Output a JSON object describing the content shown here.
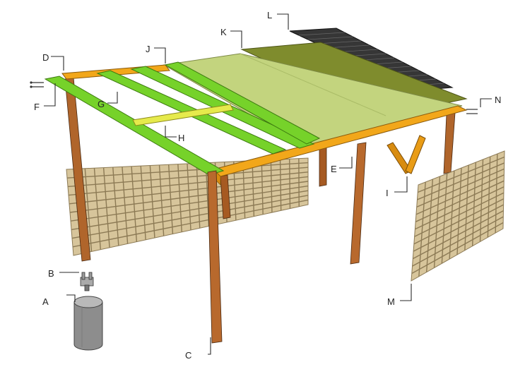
{
  "diagram": {
    "labels": {
      "A": "A",
      "B": "B",
      "C": "C",
      "D": "D",
      "E": "E",
      "F": "F",
      "G": "G",
      "H": "H",
      "I": "I",
      "J": "J",
      "K": "K",
      "L": "L",
      "M": "M",
      "N": "N"
    }
  },
  "colors": {
    "background": "#ffffff",
    "rafter_green": "#76d22a",
    "beam_orange": "#f2a71a",
    "blocking_yellow": "#e6ea4c",
    "sheathing_green": "#c3d47e",
    "felt_olive": "#7f8c2d",
    "shingles": "#363636",
    "post_brown": "#b0652b",
    "lattice_tan": "#d6c49a",
    "footing_gray": "#8a8a8a"
  }
}
